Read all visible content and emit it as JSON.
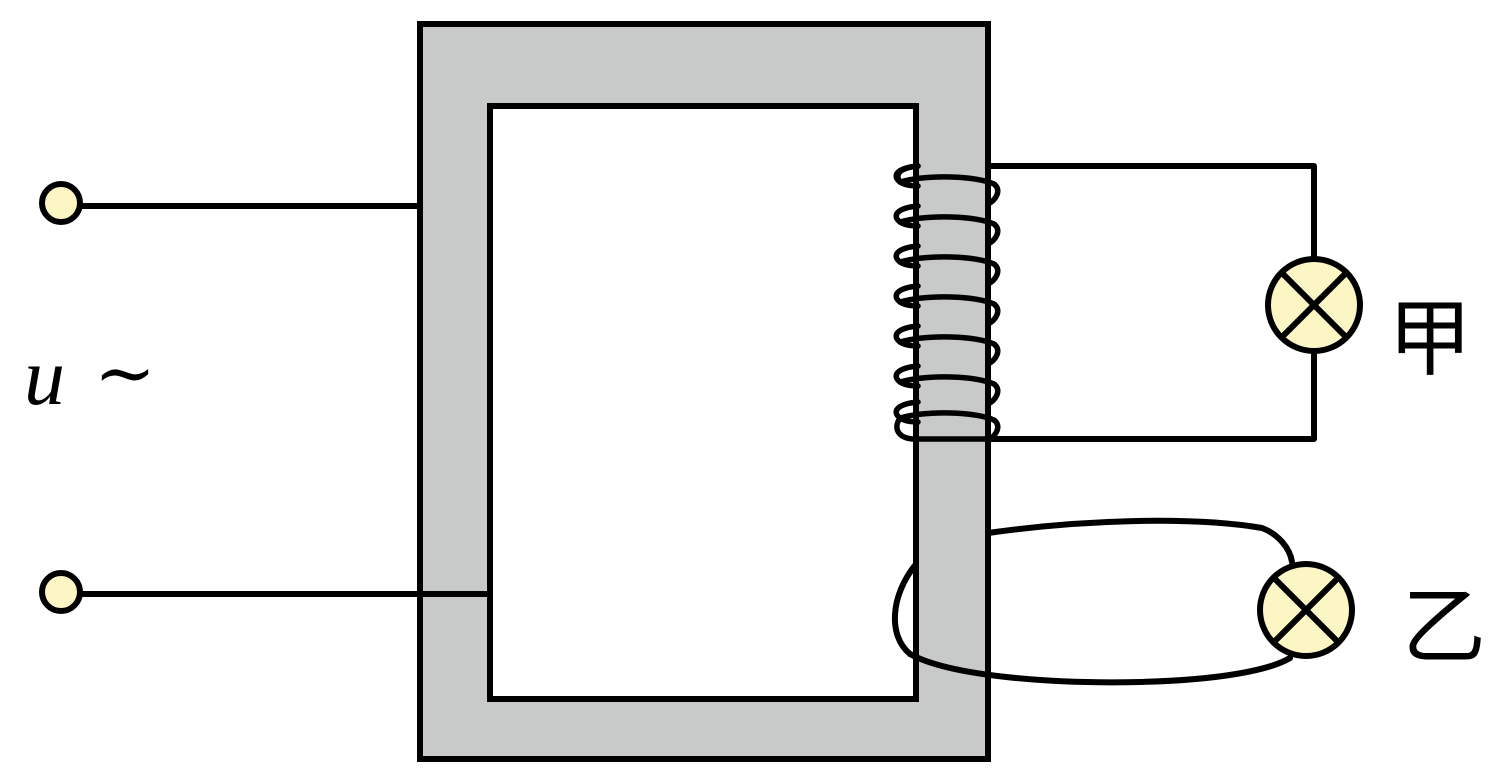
{
  "figure": {
    "source_label": "u",
    "source_symbol": "~",
    "lamp_1_label": "甲",
    "lamp_2_label": "乙"
  },
  "colors": {
    "core_fill": "#c8c9c9",
    "lamp_fill": "#fbf6c3",
    "terminal_fill": "#fbf6c3",
    "line": "#000000",
    "window_fill": "#ffffff"
  }
}
